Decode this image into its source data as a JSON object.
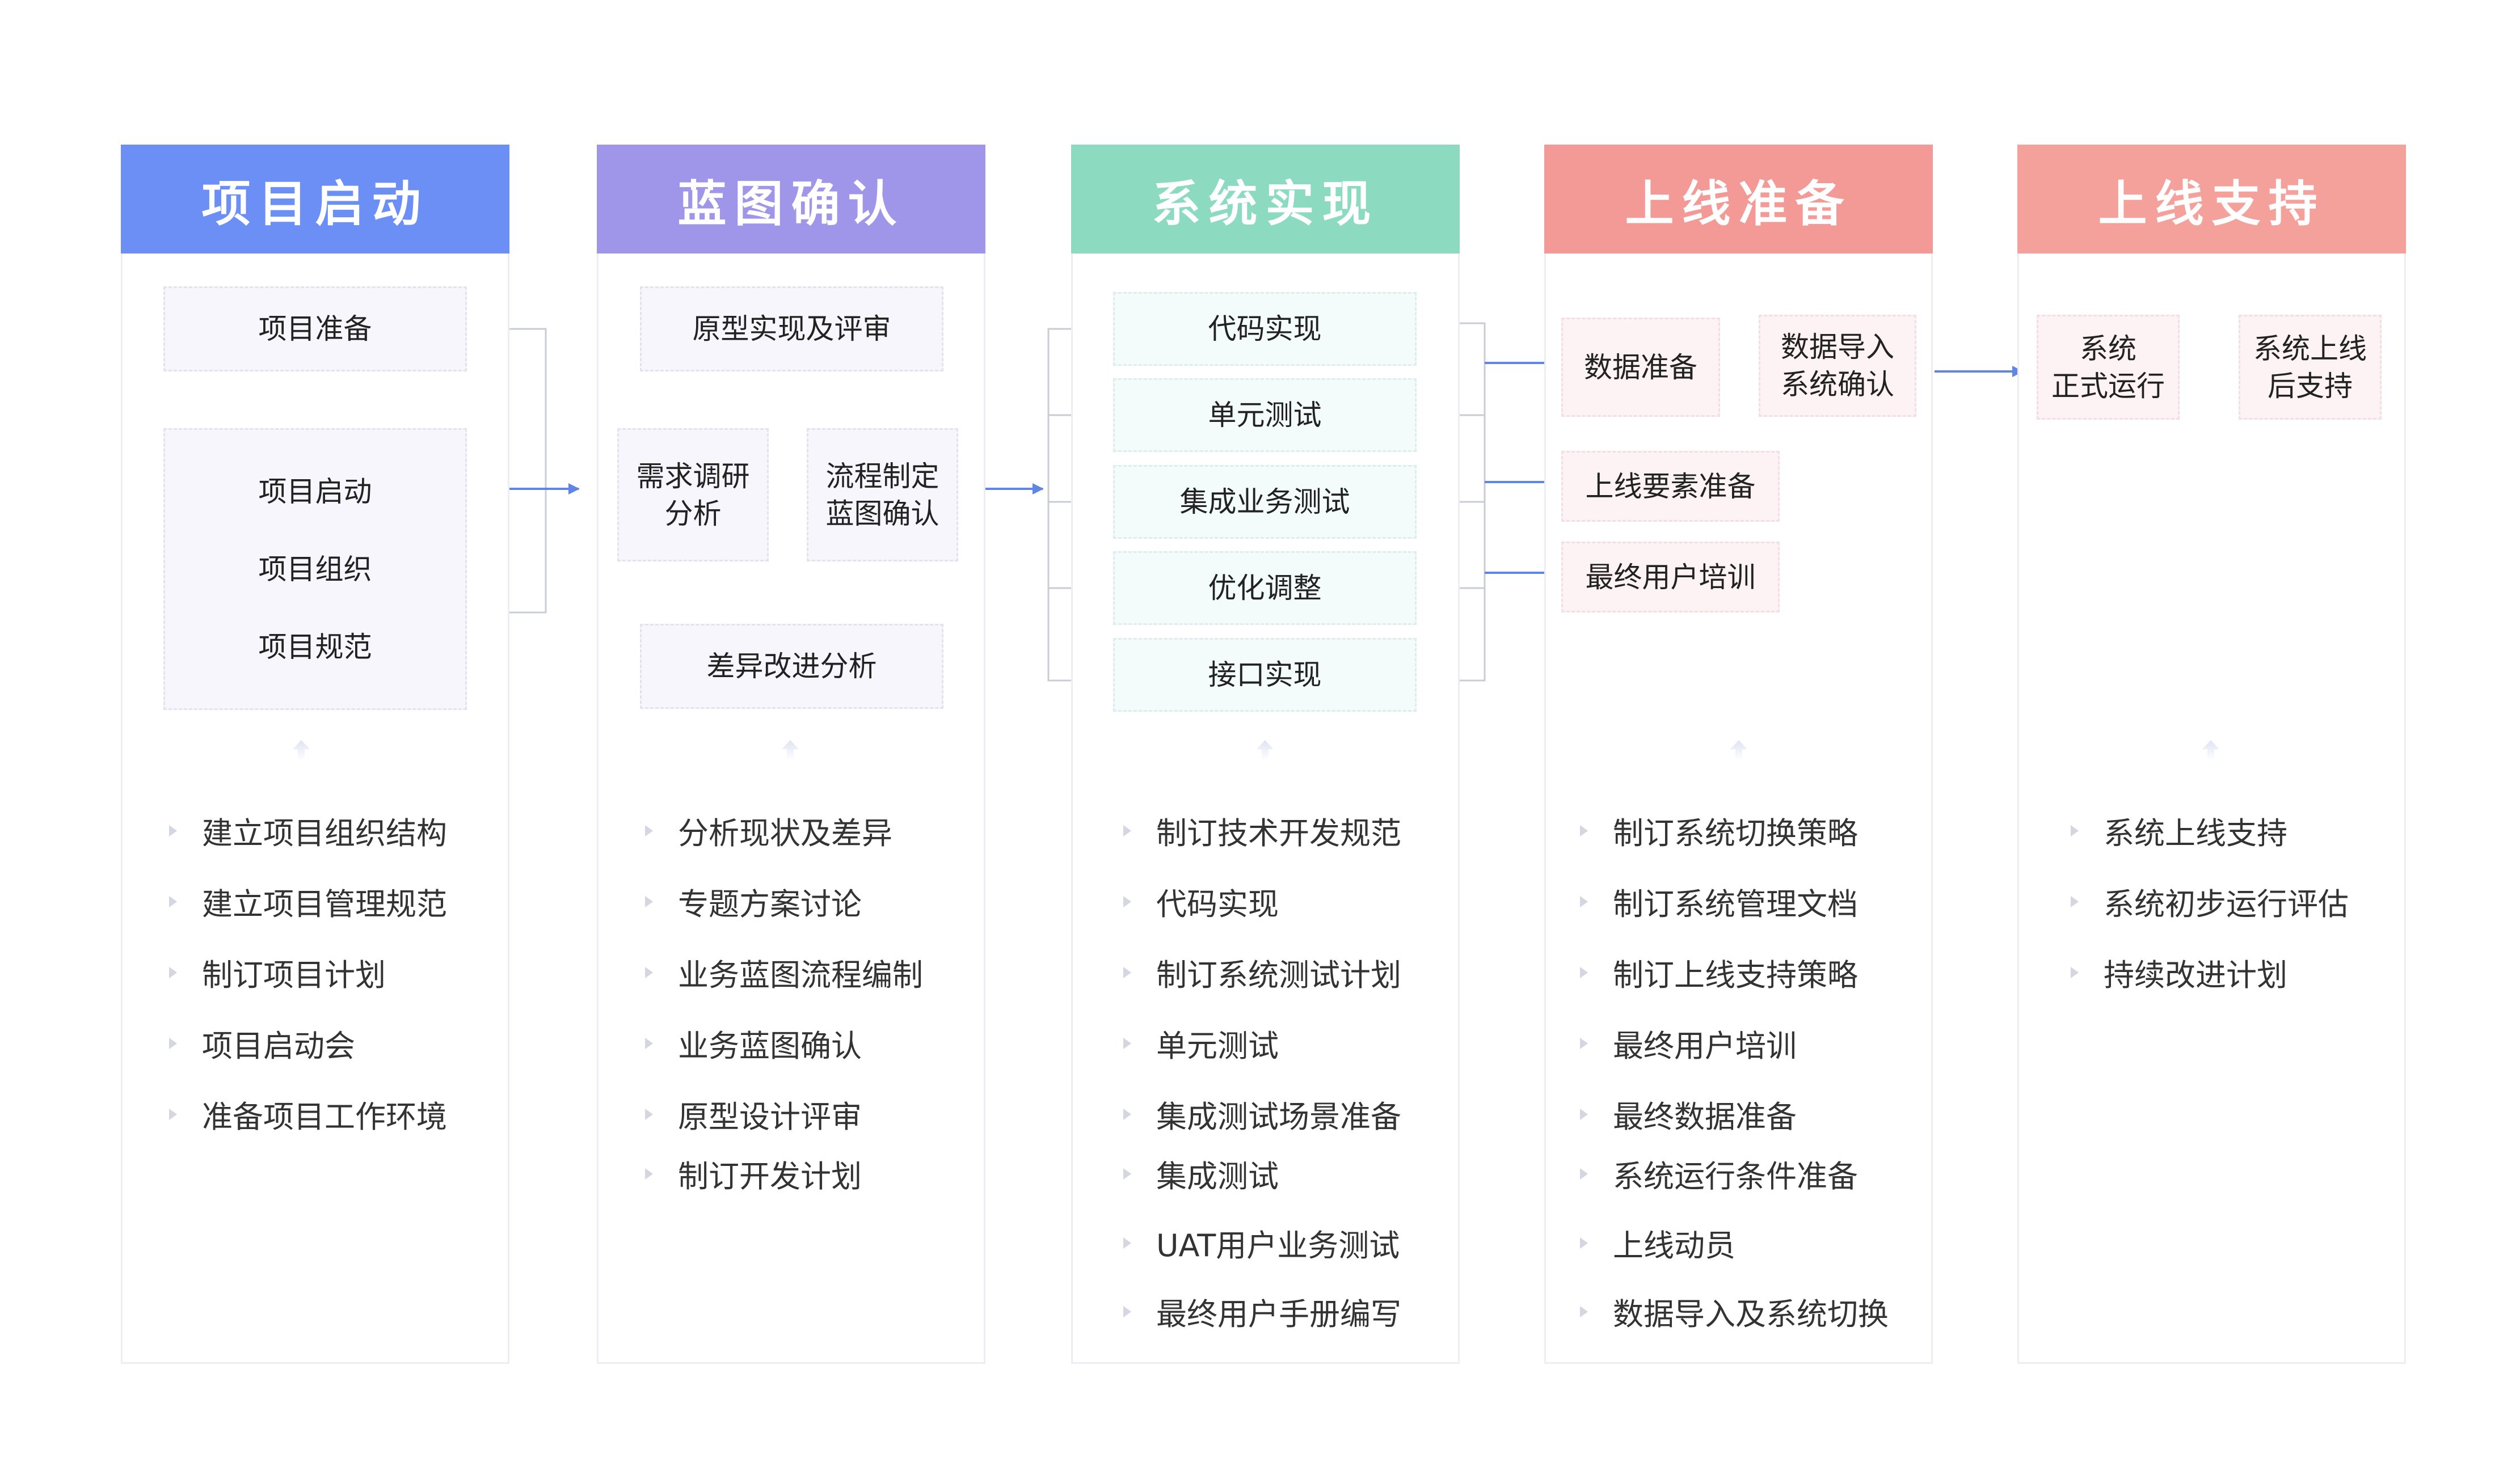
{
  "colors": {
    "stage1": "#6c8ff5",
    "stage2": "#9f96ea",
    "stage3": "#8cdbc0",
    "stage4": "#f49a96",
    "stage5": "#f4a19b",
    "arrow": "#5f86e6",
    "connector": "#c9ccd6"
  },
  "stages": [
    {
      "title": "项目启动",
      "boxes": [
        "项目准备",
        "项目启动",
        "项目组织",
        "项目规范"
      ],
      "bullets": [
        "建立项目组织结构",
        "建立项目管理规范",
        "制订项目计划",
        "项目启动会",
        "准备项目工作环境"
      ]
    },
    {
      "title": "蓝图确认",
      "boxes": [
        "原型实现及评审",
        "需求调研\n分析",
        "流程制定\n蓝图确认",
        "差异改进分析"
      ],
      "bullets": [
        "分析现状及差异",
        "专题方案讨论",
        "业务蓝图流程编制",
        "业务蓝图确认",
        "原型设计评审",
        "制订开发计划"
      ]
    },
    {
      "title": "系统实现",
      "boxes": [
        "代码实现",
        "单元测试",
        "集成业务测试",
        "优化调整",
        "接口实现"
      ],
      "bullets": [
        "制订技术开发规范",
        "代码实现",
        "制订系统测试计划",
        "单元测试",
        "集成测试场景准备",
        "集成测试",
        "UAT用户业务测试",
        "最终用户手册编写"
      ]
    },
    {
      "title": "上线准备",
      "boxes": [
        "数据准备",
        "数据导入\n系统确认",
        "上线要素准备",
        "最终用户培训"
      ],
      "bullets": [
        "制订系统切换策略",
        "制订系统管理文档",
        "制订上线支持策略",
        "最终用户培训",
        "最终数据准备",
        "系统运行条件准备",
        "上线动员",
        "数据导入及系统切换"
      ]
    },
    {
      "title": "上线支持",
      "boxes": [
        "系统\n正式运行",
        "系统上线\n后支持"
      ],
      "bullets": [
        "系统上线支持",
        "系统初步运行评估",
        "持续改进计划"
      ]
    }
  ]
}
